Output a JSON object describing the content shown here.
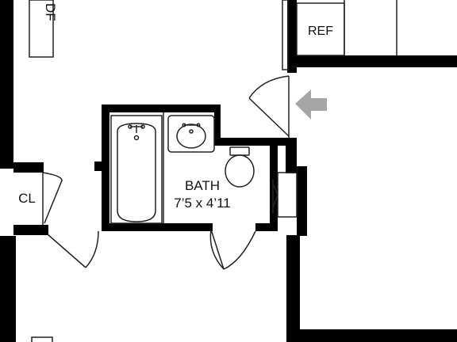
{
  "rooms": {
    "bath": {
      "name": "BATH",
      "dimensions": "7’5 x 4’11"
    },
    "closet": {
      "name": "CL"
    },
    "kitchen_ref": {
      "name": "REF"
    },
    "top_left_fixture": {
      "name": "DF"
    }
  },
  "colors": {
    "wall": "#000000",
    "background": "#ffffff",
    "fixture_line": "#222222",
    "arrow": "#a6a6a6"
  },
  "icons": {
    "entry": "entry-arrow-icon"
  }
}
